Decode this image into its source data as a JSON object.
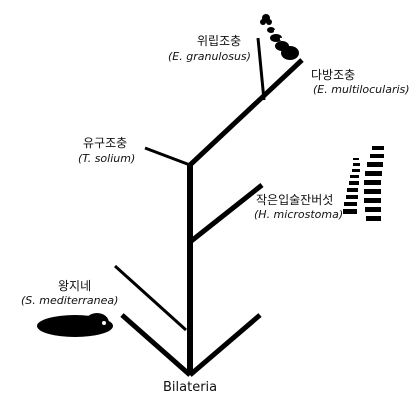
{
  "root_label": "Bilateria",
  "taxa": [
    {
      "korean": "위립조충",
      "scientific": "(E. granulosus)"
    },
    {
      "korean": "다방조충",
      "scientific": "(E. multilocularis)"
    },
    {
      "korean": "유구조충",
      "scientific": "(T. solium)"
    },
    {
      "korean": "작은입술잔버섯",
      "scientific": "(H. microstoma)"
    },
    {
      "korean": "왕지네",
      "scientific": "(S. mediterranea)"
    }
  ],
  "icons": {
    "granulosus": "segmented-tapeworm-icon",
    "microstoma": "strobila-segments-icon",
    "planarian": "flatworm-blob-icon"
  },
  "colors": {
    "line": "#000000",
    "text": "#111111"
  }
}
